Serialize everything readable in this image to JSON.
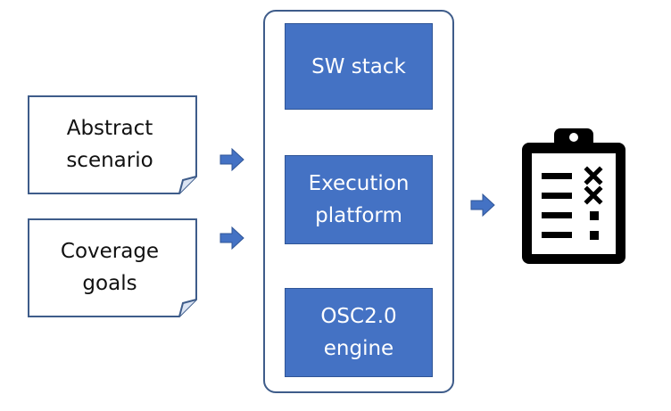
{
  "inputs": [
    {
      "line1": "Abstract",
      "line2": "scenario"
    },
    {
      "line1": "Coverage",
      "line2": "goals"
    }
  ],
  "blocks": [
    {
      "line1": "SW stack"
    },
    {
      "line1": "Execution",
      "line2": "platform"
    },
    {
      "line1": "OSC2.0",
      "line2": "engine"
    }
  ],
  "output": {
    "icon": "checklist-clipboard-icon"
  },
  "colors": {
    "block_fill": "#4472c4",
    "block_border": "#2f5597",
    "arrow": "#4472c4",
    "note_border": "#3e5c8a",
    "container_border": "#3e5c8a"
  }
}
